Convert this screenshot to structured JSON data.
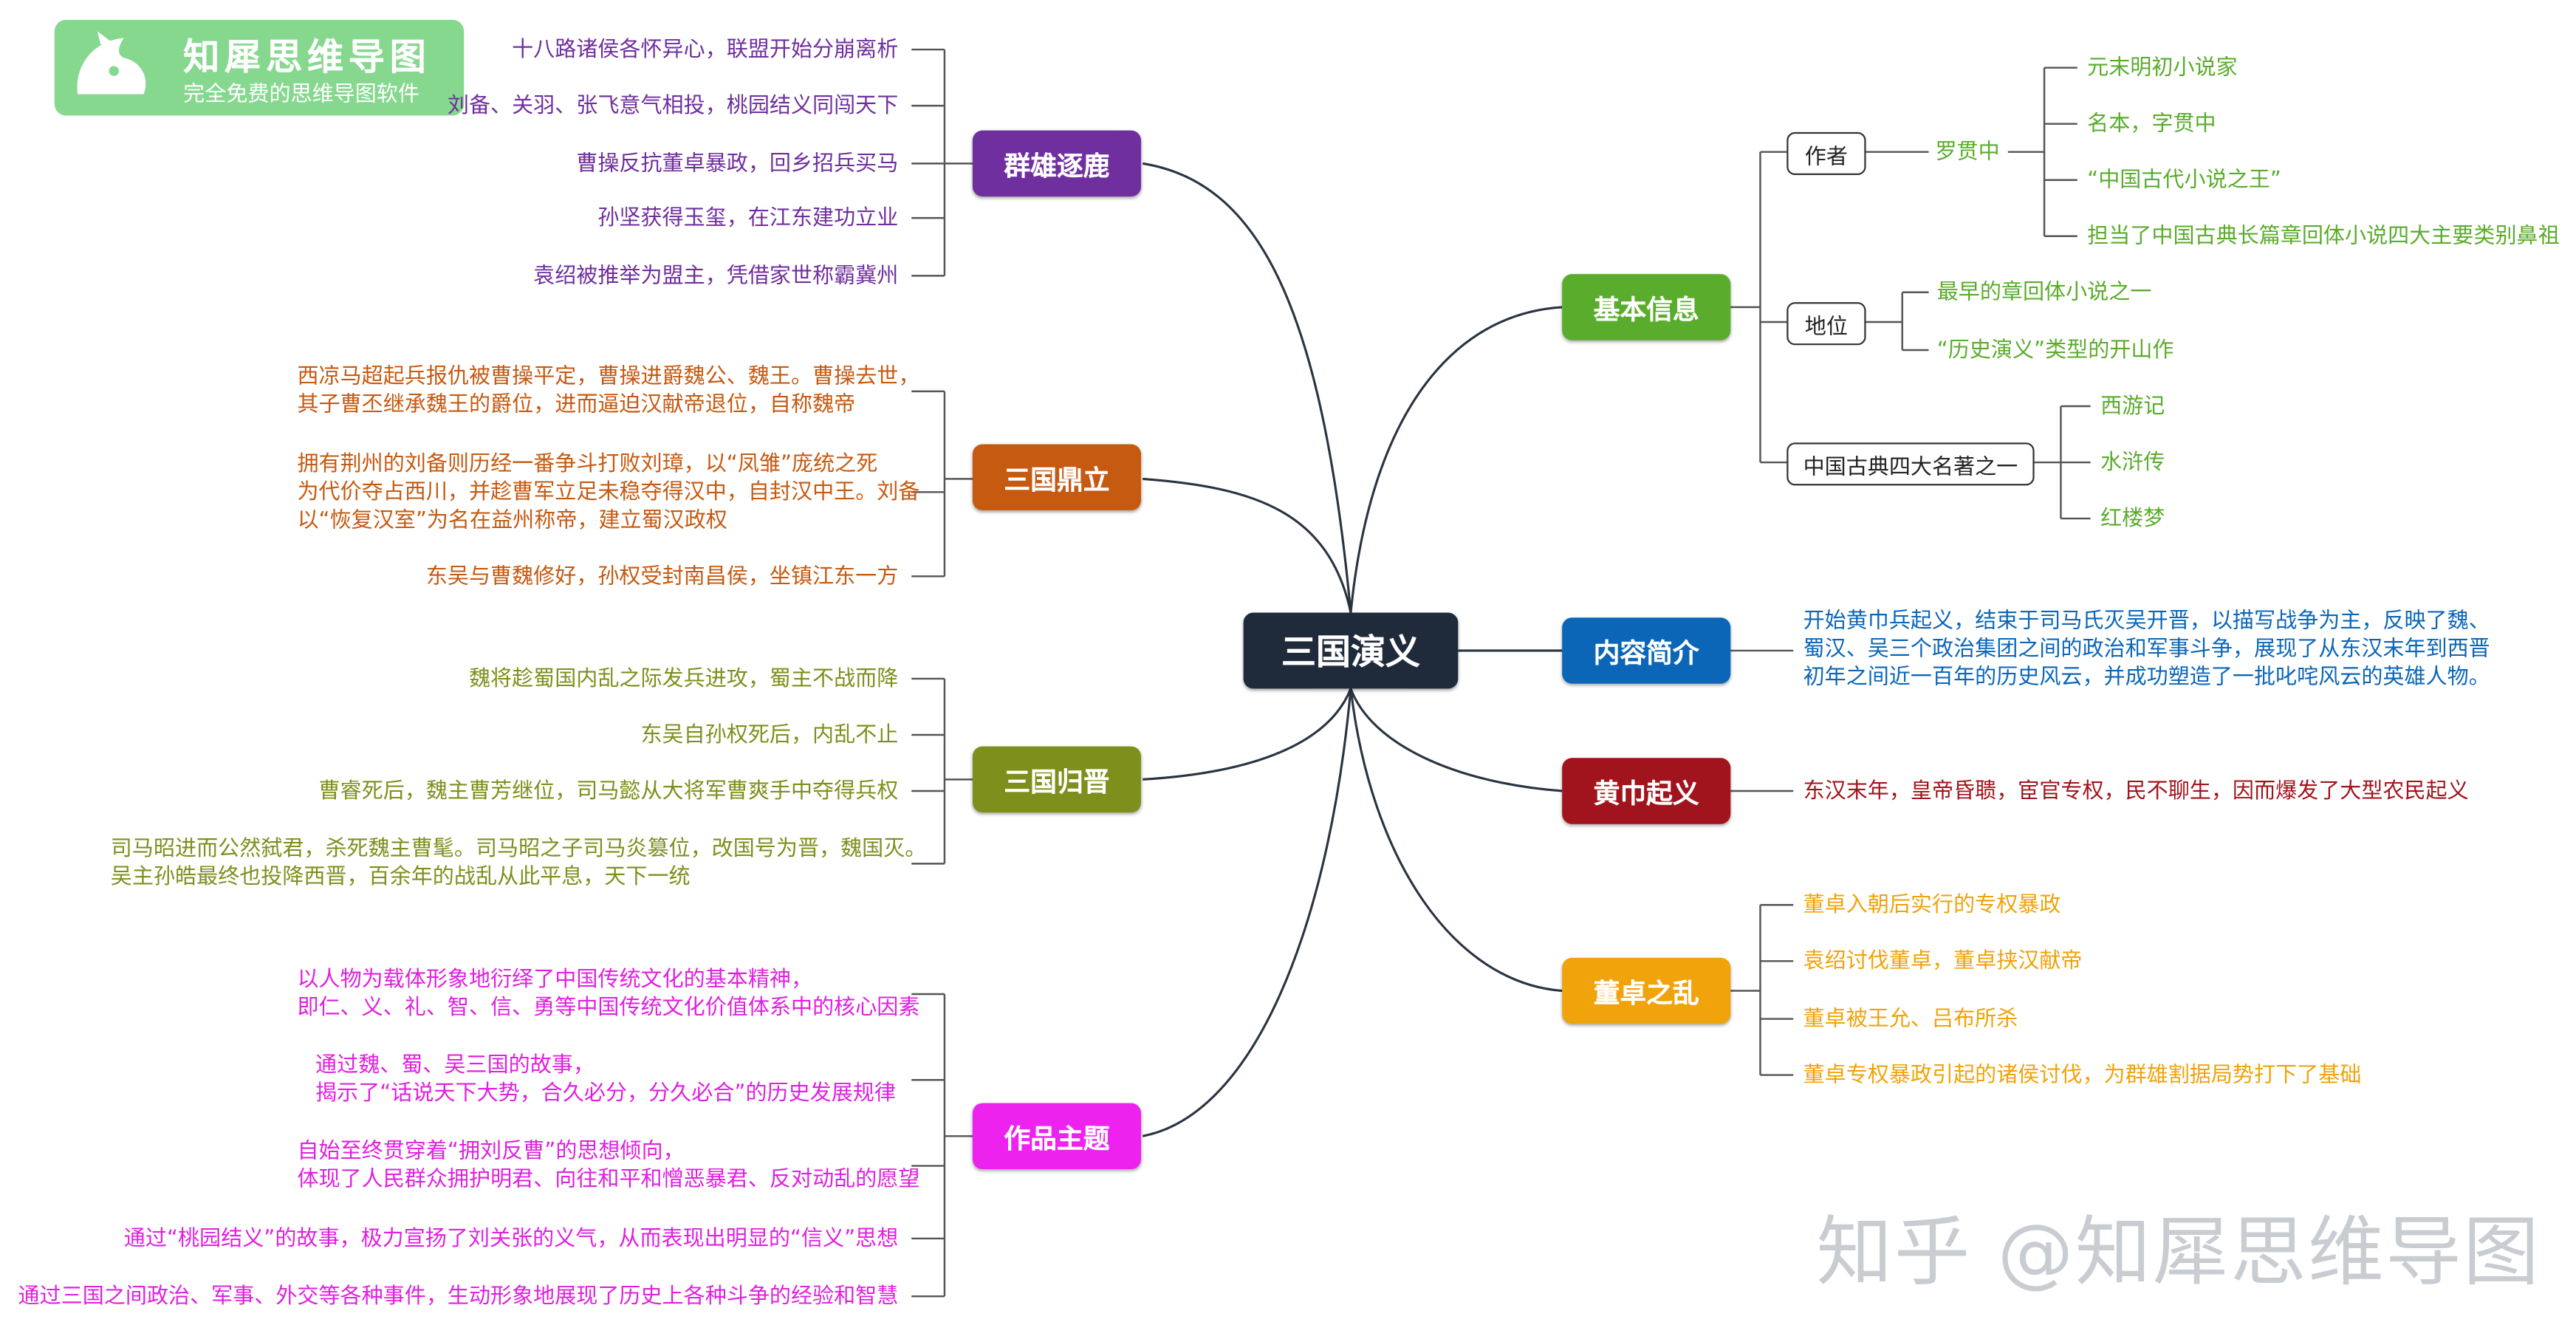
{
  "logo": {
    "title": "知犀思维导图",
    "subtitle": "完全免费的思维导图软件"
  },
  "watermark": "知乎 @知犀思维导图",
  "colors": {
    "root": "#1f2b3a",
    "qunxiong": "#6f2f9e",
    "dingli": "#c65a11",
    "guijin": "#7f8f1c",
    "zhuti": "#ee22ee",
    "jiben": "#5aac2c",
    "jianjie": "#0b66b8",
    "huangjin": "#a2141d",
    "dongzhuo": "#f0a30a"
  },
  "root": "三国演义",
  "branches": {
    "qunxiong": {
      "title": "群雄逐鹿",
      "items": [
        "十八路诸侯各怀异心，联盟开始分崩离析",
        "刘备、关羽、张飞意气相投，桃园结义同闯天下",
        "曹操反抗董卓暴政，回乡招兵买马",
        "孙坚获得玉玺，在江东建功立业",
        "袁绍被推举为盟主，凭借家世称霸冀州"
      ]
    },
    "dingli": {
      "title": "三国鼎立",
      "items": [
        [
          "西凉马超起兵报仇被曹操平定，曹操进爵魏公、魏王。曹操去世，",
          "其子曹丕继承魏王的爵位，进而逼迫汉献帝退位，自称魏帝"
        ],
        [
          "拥有荆州的刘备则历经一番争斗打败刘璋，以“凤雏”庞统之死",
          "为代价夺占西川，并趁曹军立足未稳夺得汉中，自封汉中王。刘备",
          "以“恢复汉室”为名在益州称帝，建立蜀汉政权"
        ],
        [
          "东吴与曹魏修好，孙权受封南昌侯，坐镇江东一方"
        ]
      ]
    },
    "guijin": {
      "title": "三国归晋",
      "items": [
        [
          "魏将趁蜀国内乱之际发兵进攻，蜀主不战而降"
        ],
        [
          "东吴自孙权死后，内乱不止"
        ],
        [
          "曹睿死后，魏主曹芳继位，司马懿从大将军曹爽手中夺得兵权"
        ],
        [
          "司马昭进而公然弑君，杀死魏主曹髦。司马昭之子司马炎篡位，改国号为晋，魏国灭。",
          "吴主孙皓最终也投降西晋，百余年的战乱从此平息，天下一统"
        ]
      ]
    },
    "zhuti": {
      "title": "作品主题",
      "items": [
        [
          "以人物为载体形象地衍绎了中国传统文化的基本精神，",
          "即仁、义、礼、智、信、勇等中国传统文化价值体系中的核心因素"
        ],
        [
          "通过魏、蜀、吴三国的故事，",
          "揭示了“话说天下大势，合久必分，分久必合”的历史发展规律"
        ],
        [
          "自始至终贯穿着“拥刘反曹”的思想倾向，",
          "体现了人民群众拥护明君、向往和平和憎恶暴君、反对动乱的愿望"
        ],
        [
          "通过“桃园结义”的故事，极力宣扬了刘关张的义气，从而表现出明显的“信义”思想"
        ],
        [
          "通过三国之间政治、军事、外交等各种事件，生动形象地展现了历史上各种斗争的经验和智慧"
        ]
      ]
    },
    "jiben": {
      "title": "基本信息",
      "author": {
        "label": "作者",
        "name": "罗贯中",
        "items": [
          "元末明初小说家",
          "名本，字贯中",
          "“中国古代小说之王”",
          "担当了中国古典长篇章回体小说四大主要类别鼻祖"
        ]
      },
      "status": {
        "label": "地位",
        "items": [
          "最早的章回体小说之一",
          "“历史演义”类型的开山作"
        ]
      },
      "classics": {
        "label": "中国古典四大名著之一",
        "items": [
          "西游记",
          "水浒传",
          "红楼梦"
        ]
      }
    },
    "jianjie": {
      "title": "内容简介",
      "lines": [
        "开始黄巾兵起义，结束于司马氏灭吴开晋，以描写战争为主，反映了魏、",
        "蜀汉、吴三个政治集团之间的政治和军事斗争，展现了从东汉末年到西晋",
        "初年之间近一百年的历史风云，并成功塑造了一批叱咤风云的英雄人物。"
      ]
    },
    "huangjin": {
      "title": "黄巾起义",
      "item": "东汉末年，皇帝昏聩，宦官专权，民不聊生，因而爆发了大型农民起义"
    },
    "dongzhuo": {
      "title": "董卓之乱",
      "items": [
        "董卓入朝后实行的专权暴政",
        "袁绍讨伐董卓，董卓挟汉献帝",
        "董卓被王允、吕布所杀",
        "董卓专权暴政引起的诸侯讨伐，为群雄割据局势打下了基础"
      ]
    }
  }
}
